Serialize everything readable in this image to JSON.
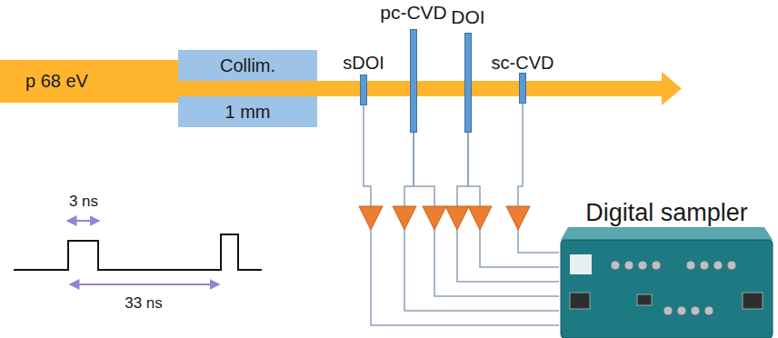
{
  "diagram": {
    "nodes": [
      {
        "text": [
          "p 68 eV"
        ]
      },
      {
        "text": [
          "Collim."
        ]
      },
      {
        "text": [
          "1 mm"
        ]
      },
      {
        "text": [
          "sDOI"
        ]
      },
      {
        "text": [
          "pc-CVD"
        ]
      },
      {
        "text": [
          "DOI"
        ]
      },
      {
        "text": [
          "sc-CVD"
        ]
      },
      {
        "text": [
          "Digital sampler"
        ]
      }
    ],
    "edges": [
      {
        "from": 3,
        "to": 7,
        "arrow": "none"
      },
      {
        "from": 4,
        "to": 7,
        "arrow": "none"
      },
      {
        "from": 4,
        "to": 7,
        "arrow": "none"
      },
      {
        "from": 5,
        "to": 7,
        "arrow": "none"
      },
      {
        "from": 5,
        "to": 7,
        "arrow": "none"
      },
      {
        "from": 6,
        "to": 7,
        "arrow": "none"
      }
    ],
    "labels": [
      "3 ns",
      "33 ns"
    ]
  }
}
